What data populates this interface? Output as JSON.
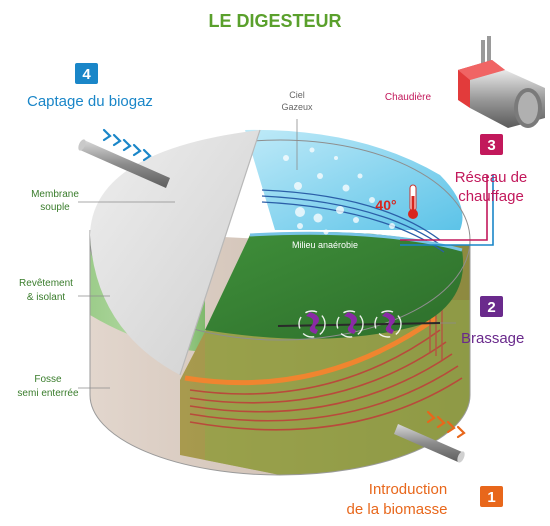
{
  "title": "LE DIGESTEUR",
  "colors": {
    "title_green": "#5aa02c",
    "blue": "#1a86c8",
    "magenta": "#c2185b",
    "purple": "#6a2a8c",
    "orange": "#e8671b",
    "label_green": "#3a7d2c",
    "liquid": "#7fd3ee",
    "membrane": "#d9d9d9",
    "insulation": "#a9d49a",
    "pit": "#e8ddd5"
  },
  "steps": [
    {
      "number": "4",
      "label": "Captage du biogaz"
    },
    {
      "number": "3",
      "label_line1": "Réseau de",
      "label_line2": "chauffage"
    },
    {
      "number": "2",
      "label": "Brassage"
    },
    {
      "number": "1",
      "label_line1": "Introduction",
      "label_line2": "de la biomasse"
    }
  ],
  "layers": {
    "membrane_line1": "Membrane",
    "membrane_line2": "souple",
    "insulation_line1": "Revêtement",
    "insulation_line2": "& isolant",
    "pit_line1": "Fosse",
    "pit_line2": "semi enterrée"
  },
  "inside": {
    "sky_line1": "Ciel",
    "sky_line2": "Gazeux",
    "medium": "Milieu anaérobie",
    "temperature": "40°",
    "boiler": "Chaudière"
  },
  "icons": [
    "thermometer-icon",
    "mixer-icon",
    "boiler-icon",
    "gas-pipe-icon",
    "biomass-pipe-icon"
  ]
}
